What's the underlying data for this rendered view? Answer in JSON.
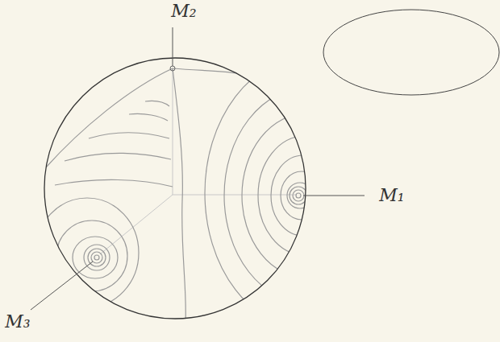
{
  "diagram": {
    "labels": [
      "M₂",
      "M₁",
      "M₃"
    ]
  }
}
